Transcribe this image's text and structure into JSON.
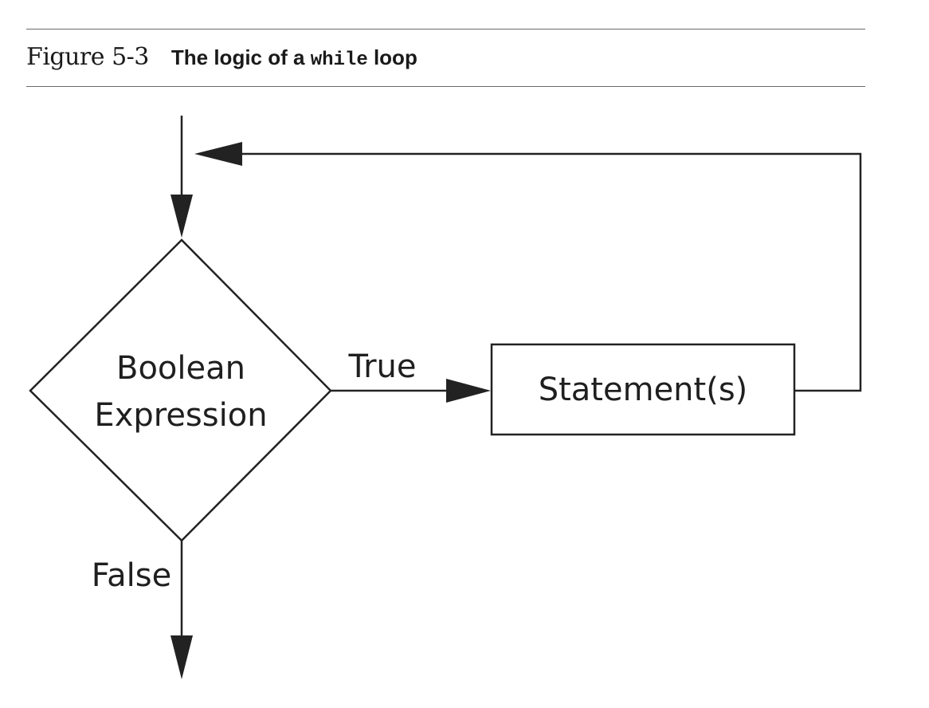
{
  "caption": {
    "figure_number": "Figure 5-3",
    "title_before": "The logic of a",
    "title_code": "while",
    "title_after": "loop"
  },
  "diagram": {
    "decision": {
      "line1": "Boolean",
      "line2": "Expression"
    },
    "process": {
      "label": "Statement(s)"
    },
    "edges": {
      "true_label": "True",
      "false_label": "False"
    }
  }
}
